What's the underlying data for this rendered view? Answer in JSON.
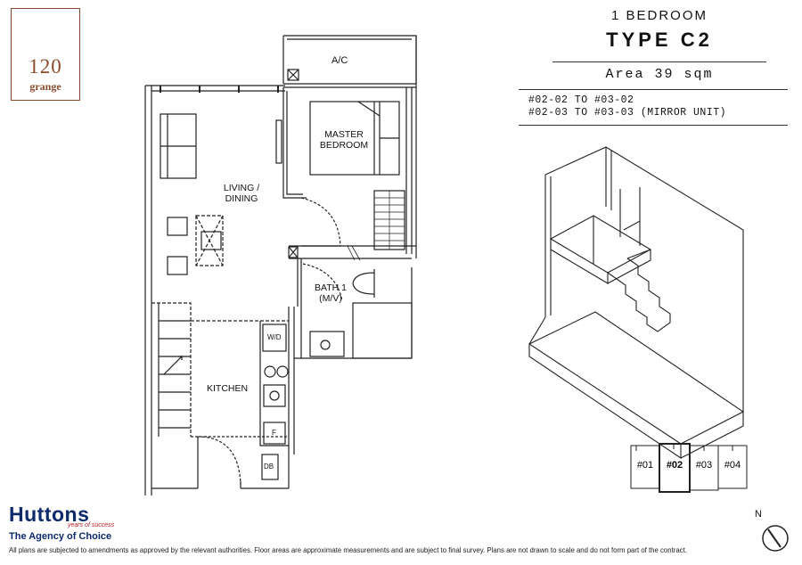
{
  "logo": {
    "number": "120",
    "word": "grange"
  },
  "header": {
    "bedroom": "1 BEDROOM",
    "type": "TYPE C2",
    "area": "Area 39 sqm",
    "units": [
      "#02-02 TO #03-02",
      "#02-03 TO #03-03 (MIRROR UNIT)"
    ]
  },
  "rooms": {
    "ac": "A/C",
    "master_line1": "MASTER",
    "master_line2": "BEDROOM",
    "living_line1": "LIVING /",
    "living_line2": "DINING",
    "bath_line1": "BATH 1",
    "bath_line2": "(M/V)",
    "kitchen": "KITCHEN",
    "wd": "W/D",
    "fridge": "F",
    "db": "DB"
  },
  "keyplan": {
    "units": [
      "#01",
      "#02",
      "#03",
      "#04"
    ],
    "highlighted": "#02"
  },
  "brand": {
    "name": "Huttons",
    "tagline": "years of success",
    "sub": "The Agency of Choice"
  },
  "north": "N",
  "disclaimer": "All plans are subjected to amendments as approved by the relevant authorities. Floor areas are approximate measurements and are subject to final survey. Plans are not drawn to scale and do not form part of the contract."
}
